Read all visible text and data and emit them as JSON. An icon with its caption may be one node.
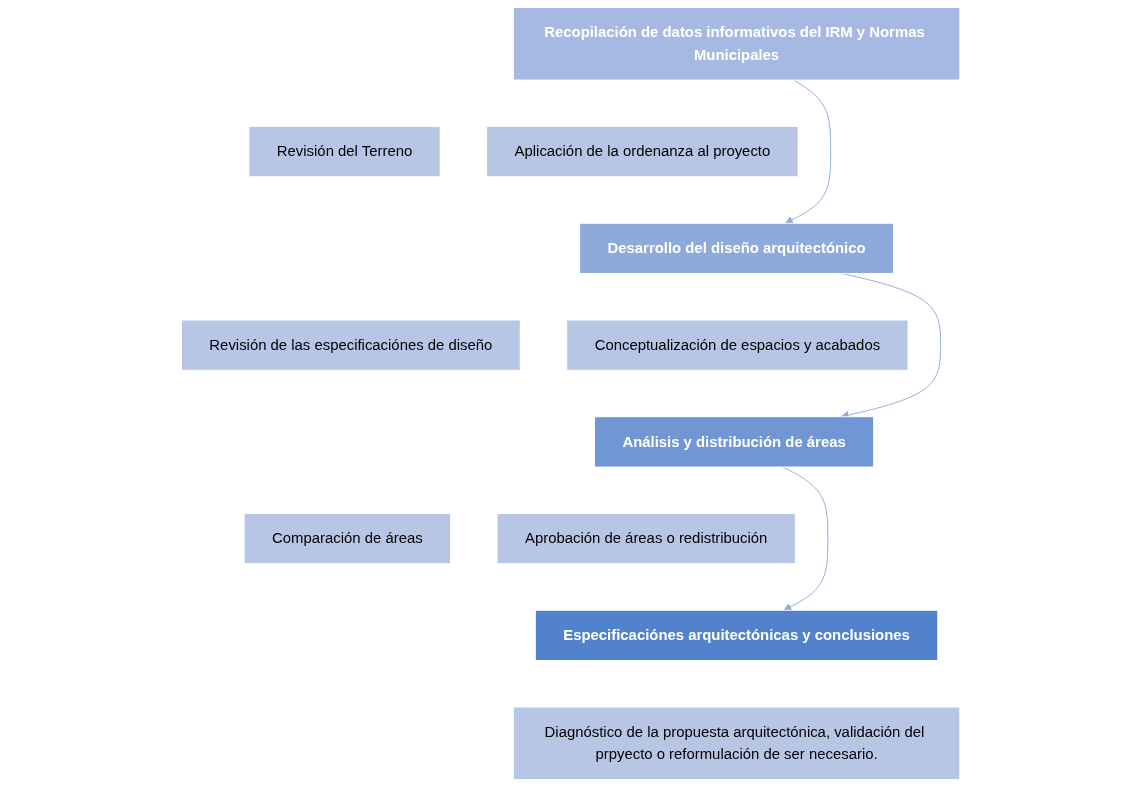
{
  "diagram": {
    "nodes": [
      {
        "text": [
          "Recopilación de datos informativos del IRM y Normas Municipales"
        ]
      },
      {
        "text": [
          "Revisión del Terreno"
        ]
      },
      {
        "text": [
          "Aplicación de la ordenanza al proyecto"
        ]
      },
      {
        "text": [
          "Desarrollo del diseño arquitectónico"
        ]
      },
      {
        "text": [
          "Revisión de las especificaciónes de diseño"
        ]
      },
      {
        "text": [
          "Conceptualización de espacios y acabados"
        ]
      },
      {
        "text": [
          "Análisis y distribución de áreas"
        ]
      },
      {
        "text": [
          "Comparación de áreas"
        ]
      },
      {
        "text": [
          "Aprobación de áreas o redistribución"
        ]
      },
      {
        "text": [
          "Especificaciónes arquitectónicas y conclusiones"
        ]
      },
      {
        "text": [
          "Diagnóstico de la propuesta arquitectónica, validación del prpyecto o reformulación de ser necesario."
        ]
      }
    ],
    "edges": [
      {
        "from": 0,
        "to": 3,
        "arrow": "to"
      },
      {
        "from": 3,
        "to": 6,
        "arrow": "to"
      },
      {
        "from": 6,
        "to": 9,
        "arrow": "to"
      }
    ]
  }
}
